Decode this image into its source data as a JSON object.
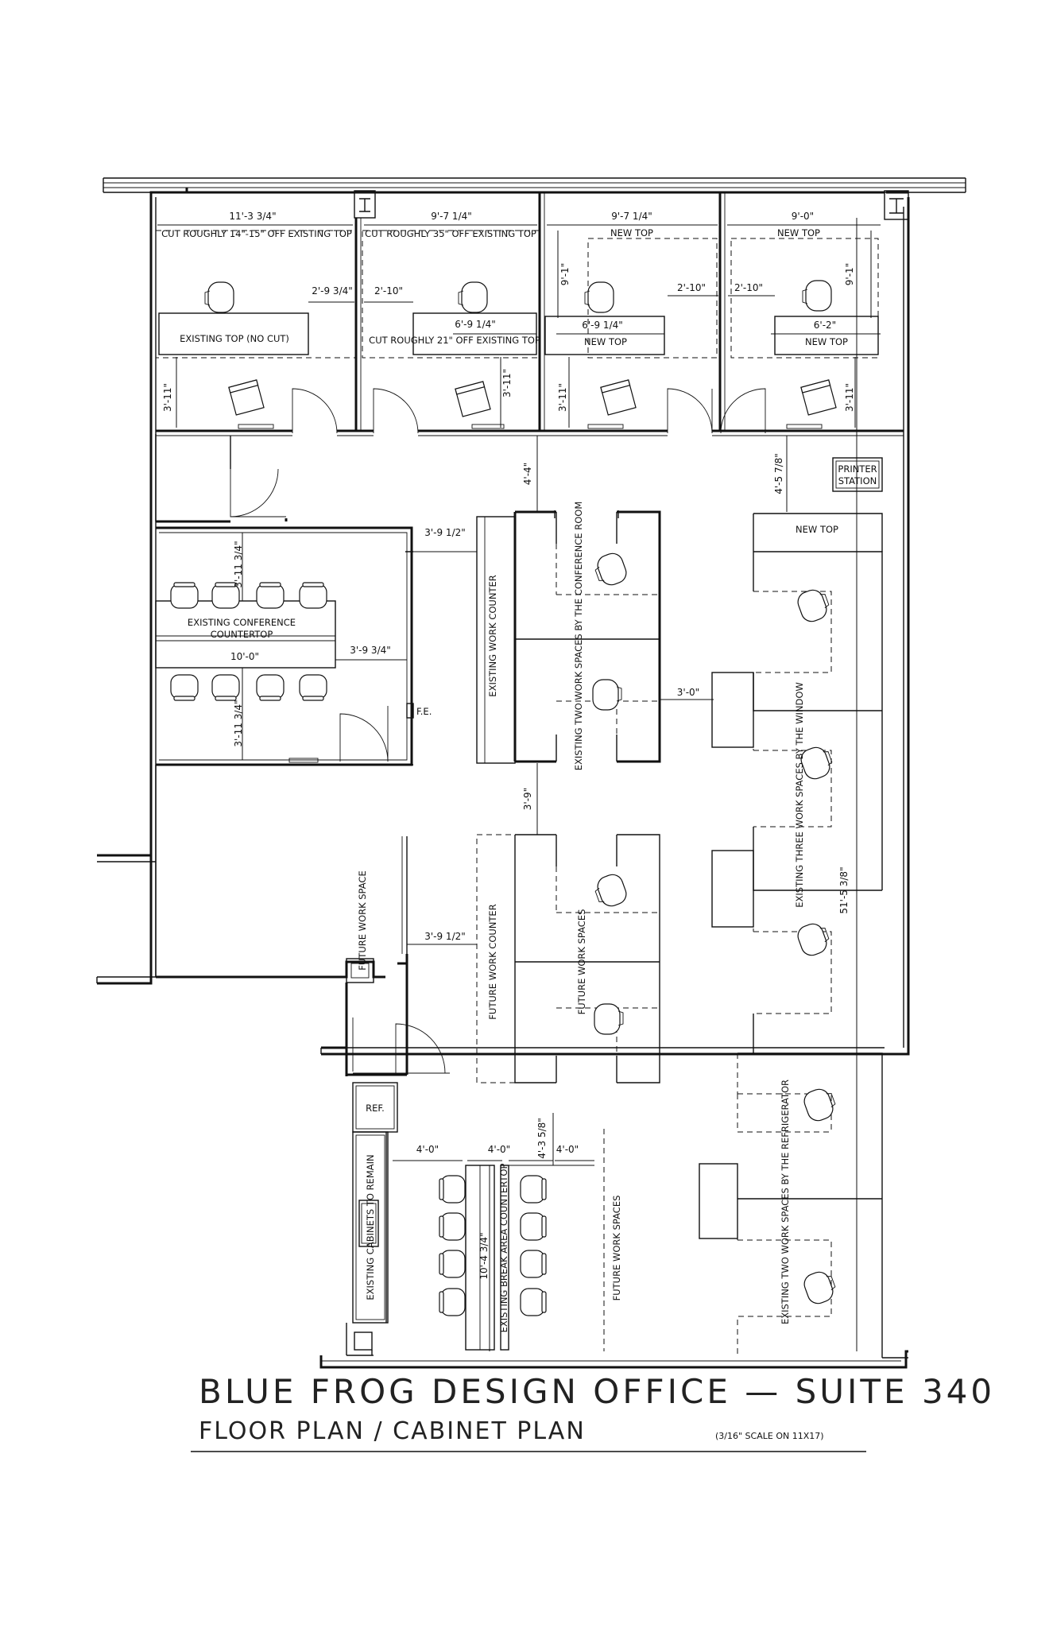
{
  "title": {
    "main": "BLUE FROG DESIGN OFFICE — SUITE 340",
    "sub": "FLOOR PLAN / CABINET PLAN",
    "scale": "(3/16\" SCALE ON 11X17)"
  },
  "offices": {
    "office1": {
      "width_dim": "11'-3 3/4\"",
      "top_note": "CUT ROUGHLY 14\"-15\" OFF EXISTING TOP",
      "gap_dim": "2'-9 3/4\"",
      "desk_label": "EXISTING TOP (NO CUT)",
      "depth_dim": "3'-11\""
    },
    "office2": {
      "width_dim": "9'-7 1/4\"",
      "top_note": "CUT ROUGHLY 35\" OFF EXISTING TOP",
      "gap_dim": "2'-10\"",
      "desk_dim": "6'-9 1/4\"",
      "desk_label": "CUT ROUGHLY 21\" OFF EXISTING TOP",
      "depth_dim": "3'-11\""
    },
    "office3": {
      "width_dim": "9'-7 1/4\"",
      "top_note": "NEW TOP",
      "height_dim": "9'-1\"",
      "gap_dim": "2'-10\"",
      "desk_dim": "6'-9 1/4\"",
      "desk_label": "NEW TOP",
      "depth_dim": "3'-11\""
    },
    "office4": {
      "width_dim": "9'-0\"",
      "top_note": "NEW TOP",
      "height_dim": "9'-1\"",
      "gap_dim": "2'-10\"",
      "desk_dim": "6'-2\"",
      "desk_label": "NEW TOP",
      "depth_dim": "3'-11\""
    }
  },
  "conference": {
    "dim_top": "3'-11 3/4\"",
    "dim_bottom": "3'-11 3/4\"",
    "counter_label_1": "EXISTING CONFERENCE",
    "counter_label_2": "COUNTERTOP",
    "length_dim": "10'-0\"",
    "clear_dim": "3'-9 3/4\"",
    "door_dim": "3'-9 1/2\"",
    "fe_label": "F.E."
  },
  "center": {
    "aisle_top_dim": "4'-4\"",
    "existing_counter": "EXISTING WORK COUNTER",
    "existing_spaces": "EXISTING TWO WORK SPACES BY THE CONFERENCE ROOM",
    "aisle_mid_dim": "3'-9\"",
    "aisle_side_dim": "3'-0\"",
    "future_counter": "FUTURE WORK COUNTER",
    "future_spaces": "FUTURE WORK SPACES",
    "future_space_label": "FUTURE WORK SPACE",
    "future_door_dim": "3'-9 1/2\""
  },
  "window_side": {
    "printer_1": "PRINTER",
    "printer_2": "STATION",
    "printer_dim": "4'-5 7/8\"",
    "new_top": "NEW TOP",
    "three_spaces": "EXISTING THREE WORK SPACES BY THE WINDOW",
    "overall_dim": "51'-5 3/8\"",
    "two_spaces_ref": "EXISTING TWO WORK SPACES BY THE REFRIGERATOR"
  },
  "break_area": {
    "ref_label": "REF.",
    "cabinets": "EXISTING CABINETS TO REMAIN",
    "dim_a": "4'-0\"",
    "dim_b": "4'-0\"",
    "dim_c": "4'-3 5/8\"",
    "dim_d": "4'-0\"",
    "length_dim": "10'-4 3/4\"",
    "counter": "EXISTING BREAK AREA COUNTERTOP",
    "future_spaces": "FUTURE WORK SPACES"
  }
}
